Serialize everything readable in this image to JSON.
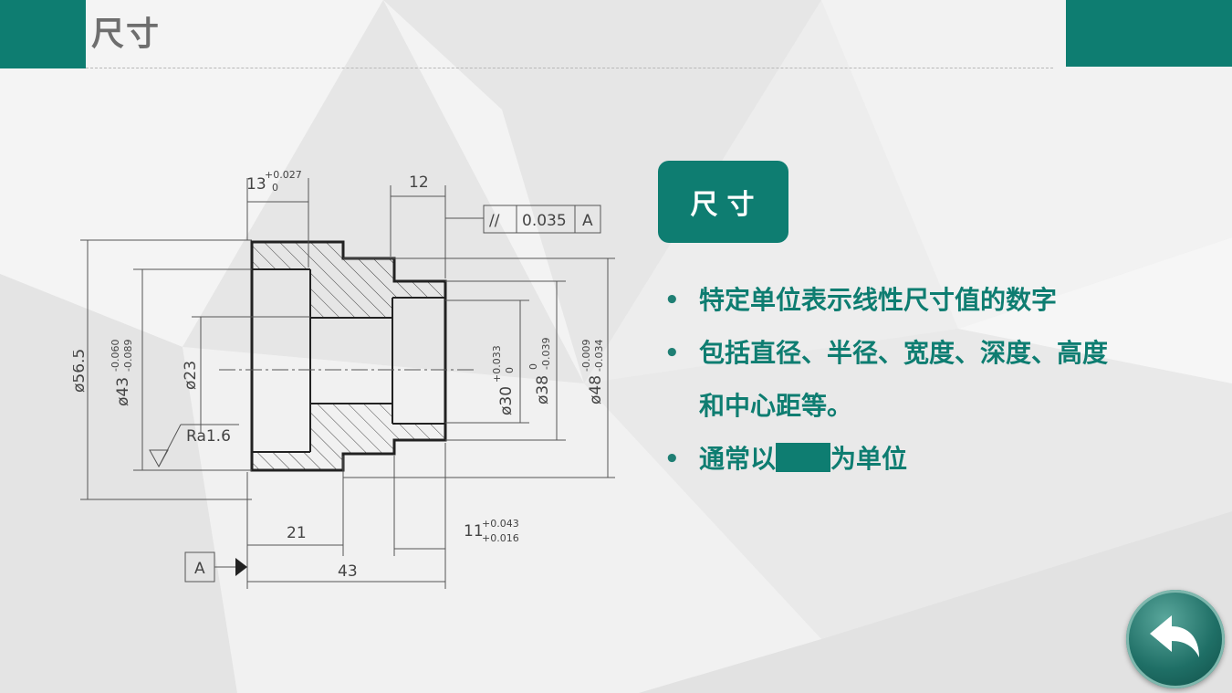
{
  "slide": {
    "title": "尺寸",
    "badge": "尺寸",
    "bullets": [
      "特定单位表示线性尺寸值的数字",
      "包括直径、半径、宽度、深度、高度",
      "和中心距等。",
      "通常以",
      "为单位"
    ]
  },
  "drawing": {
    "top_dims": {
      "d13": "13",
      "d13_tol_up": "+0.027",
      "d13_tol_low": "0",
      "d12": "12"
    },
    "tolerance_frame": {
      "symbol": "//",
      "value": "0.035",
      "datum": "A"
    },
    "left_dims": {
      "d565": "ø56.5",
      "d43": "ø43",
      "d43_tol_up": "-0.060",
      "d43_tol_low": "-0.089",
      "d23": "ø23",
      "roughness": "Ra1.6"
    },
    "right_dims": {
      "d30": "ø30",
      "d30_tol_up": "+0.033",
      "d30_tol_low": "0",
      "d38": "ø38",
      "d38_tol_up": "0",
      "d38_tol_low": "-0.039",
      "d48": "ø48",
      "d48_tol_up": "-0.009",
      "d48_tol_low": "-0.034"
    },
    "bottom_dims": {
      "d21": "21",
      "d11": "11",
      "d11_tol_up": "+0.043",
      "d11_tol_low": "+0.016",
      "d43len": "43"
    },
    "datum_label": "A"
  },
  "colors": {
    "accent": "#0e7d71",
    "title_gray": "#6e6e6e"
  },
  "icons": {
    "back": "back-arrow-icon"
  }
}
